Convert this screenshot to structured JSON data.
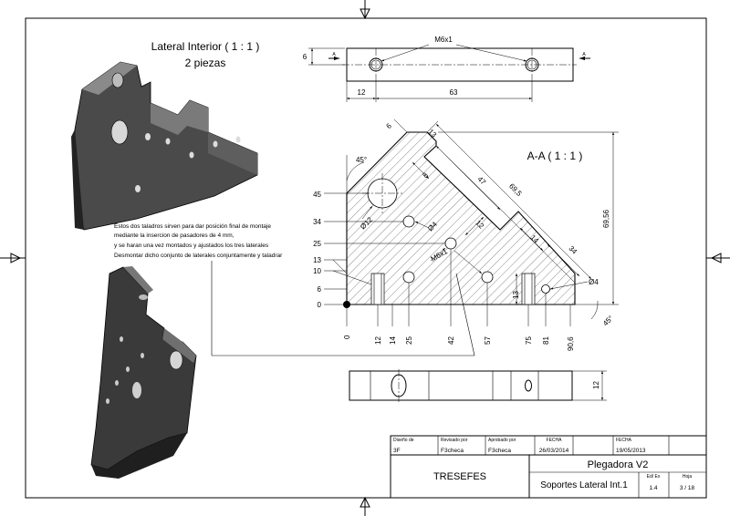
{
  "views": {
    "lateral_title": "Lateral Interior ( 1 : 1 )",
    "lateral_qty": "2 piezas",
    "section_title": "A-A ( 1 : 1 )",
    "section_marker_left": "A",
    "section_marker_right": "A"
  },
  "note": {
    "line1": "Estos dos taladros sirven para dar posición final de montaje",
    "line2": "mediante la insercion de pasadores de 4 mm,",
    "line3": "y se haran una vez montados y ajustados los tres laterales",
    "line4": "Desmontar dicho conjunto de laterales conjuntamente y taladrar"
  },
  "top_view": {
    "thread": "M6x1",
    "dim_height": "6",
    "dim_12": "12",
    "dim_63": "63"
  },
  "section": {
    "dim_6": "6",
    "dim_13": "13",
    "dim_8": "8",
    "dim_69_5": "69,5",
    "dim_47": "47",
    "dim_12": "12",
    "dim_14": "14",
    "dim_34": "34",
    "dim_69_56": "69,56",
    "dim_13b": "13",
    "angle_left": "45°",
    "angle_right": "45°",
    "dia_12": "Ø12",
    "dia_4a": "Ø4",
    "dia_4b": "Ø4",
    "thread": "M6x1",
    "y_labels": [
      "45",
      "34",
      "25",
      "13",
      "10",
      "6",
      "0"
    ],
    "x_labels": [
      "0",
      "12",
      "14",
      "25",
      "42",
      "57",
      "75",
      "81",
      "90,6"
    ]
  },
  "bottom_view": {
    "dim_12": "12"
  },
  "title_block": {
    "designed_label": "Diseño de",
    "designed_value": "3F",
    "reviewed_label": "Revisado por",
    "reviewed_value": "F3checa",
    "approved_label": "Aprobado por",
    "approved_value": "F3checa",
    "date_label_1": "FECHA",
    "date_value_1": "26/03/2014",
    "date_label_2": "FECHA",
    "date_value_2": "19/05/2013",
    "company": "TRESEFES",
    "project": "Plegadora V2",
    "part": "Soportes Lateral Int.1",
    "edition_label": "Ed/ Ex",
    "edition_value": "1.4",
    "sheet_label": "Hoja",
    "sheet_value": "3 / 18"
  }
}
